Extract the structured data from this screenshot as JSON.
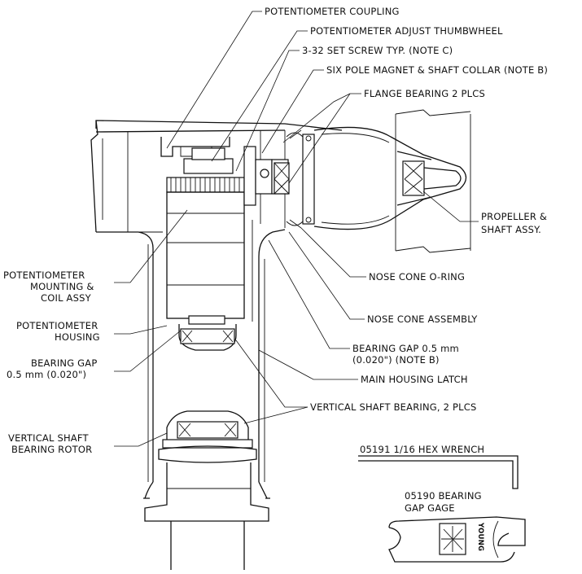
{
  "colors": {
    "ink": "#111111",
    "paper": "#ffffff"
  },
  "labels": {
    "pot_coupling": "POTENTIOMETER COUPLING",
    "pot_thumbwheel": "POTENTIOMETER ADJUST THUMBWHEEL",
    "set_screw": "3-32 SET SCREW TYP. (NOTE C)",
    "magnet_collar": "SIX POLE MAGNET & SHAFT COLLAR (NOTE B)",
    "flange_bearing": "FLANGE BEARING 2 PLCS",
    "propeller_1": "PROPELLER &",
    "propeller_2": "SHAFT ASSY.",
    "nose_oring": "NOSE CONE O-RING",
    "nose_assembly": "NOSE CONE ASSEMBLY",
    "bearing_gap_r1": "BEARING GAP 0.5 mm",
    "bearing_gap_r2": "(0.020\") (NOTE B)",
    "housing_latch": "MAIN HOUSING LATCH",
    "vert_bearing": "VERTICAL SHAFT BEARING, 2 PLCS",
    "pot_mount_1": "POTENTIOMETER",
    "pot_mount_2": "MOUNTING &",
    "pot_mount_3": "COIL ASSY",
    "pot_housing_1": "POTENTIOMETER",
    "pot_housing_2": "HOUSING",
    "bearing_gap_l1": "BEARING GAP",
    "bearing_gap_l2": "0.5 mm (0.020\")",
    "rotor_1": "VERTICAL SHAFT",
    "rotor_2": "BEARING ROTOR",
    "hex_wrench": "05191 1/16 HEX WRENCH",
    "gage_1": "05190 BEARING",
    "gage_2": "GAP GAGE",
    "young": "YOUNG"
  }
}
